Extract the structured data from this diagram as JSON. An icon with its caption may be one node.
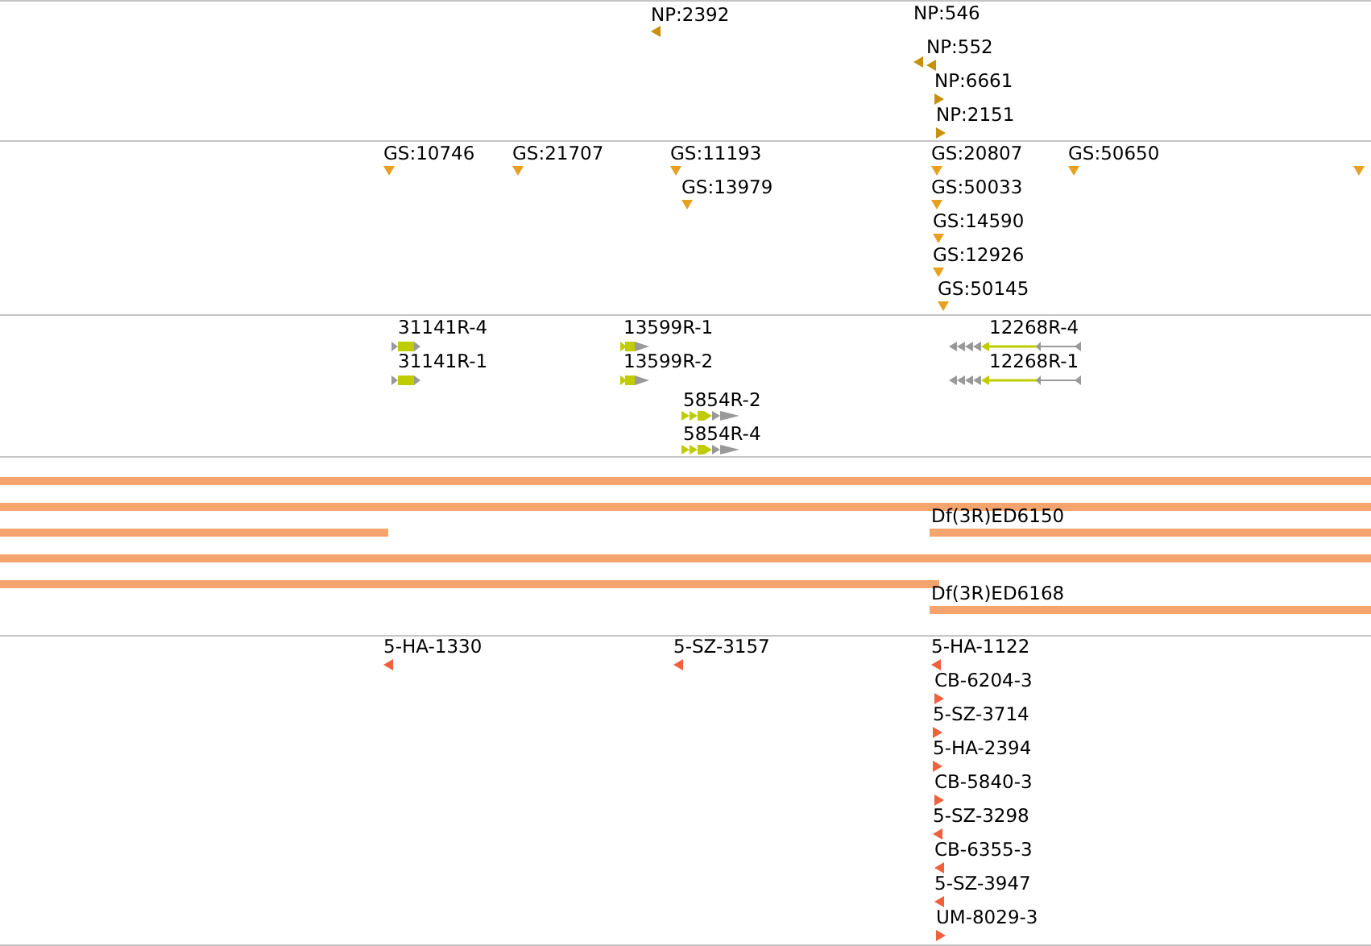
{
  "diagram": {
    "nodes": [
      {
        "text": [],
        "shape": "bar"
      },
      {
        "text": [],
        "shape": "bar"
      },
      {
        "text": [],
        "shape": "bar"
      },
      {
        "text": [
          "Df(3R)ED6150"
        ]
      },
      {
        "text": [],
        "shape": "bar"
      },
      {
        "text": [],
        "shape": "bar"
      },
      {
        "text": [
          "Df(3R)ED6168"
        ]
      }
    ],
    "labels": [
      "NP:2392",
      "NP:546",
      "NP:552",
      "NP:6661",
      "NP:2151",
      "GS:10746",
      "GS:21707",
      "GS:11193",
      "GS:20807",
      "GS:50650",
      "GS:13979",
      "GS:50033",
      "GS:14590",
      "GS:12926",
      "GS:50145",
      "31141R-4",
      "13599R-1",
      "12268R-4",
      "31141R-1",
      "13599R-2",
      "12268R-1",
      "5854R-2",
      "5854R-4",
      "5-HA-1330",
      "5-SZ-3157",
      "5-HA-1122",
      "CB-6204-3",
      "5-SZ-3714",
      "5-HA-2394",
      "CB-5840-3",
      "5-SZ-3298",
      "CB-6355-3",
      "5-SZ-3947",
      "UM-8029-3"
    ]
  }
}
